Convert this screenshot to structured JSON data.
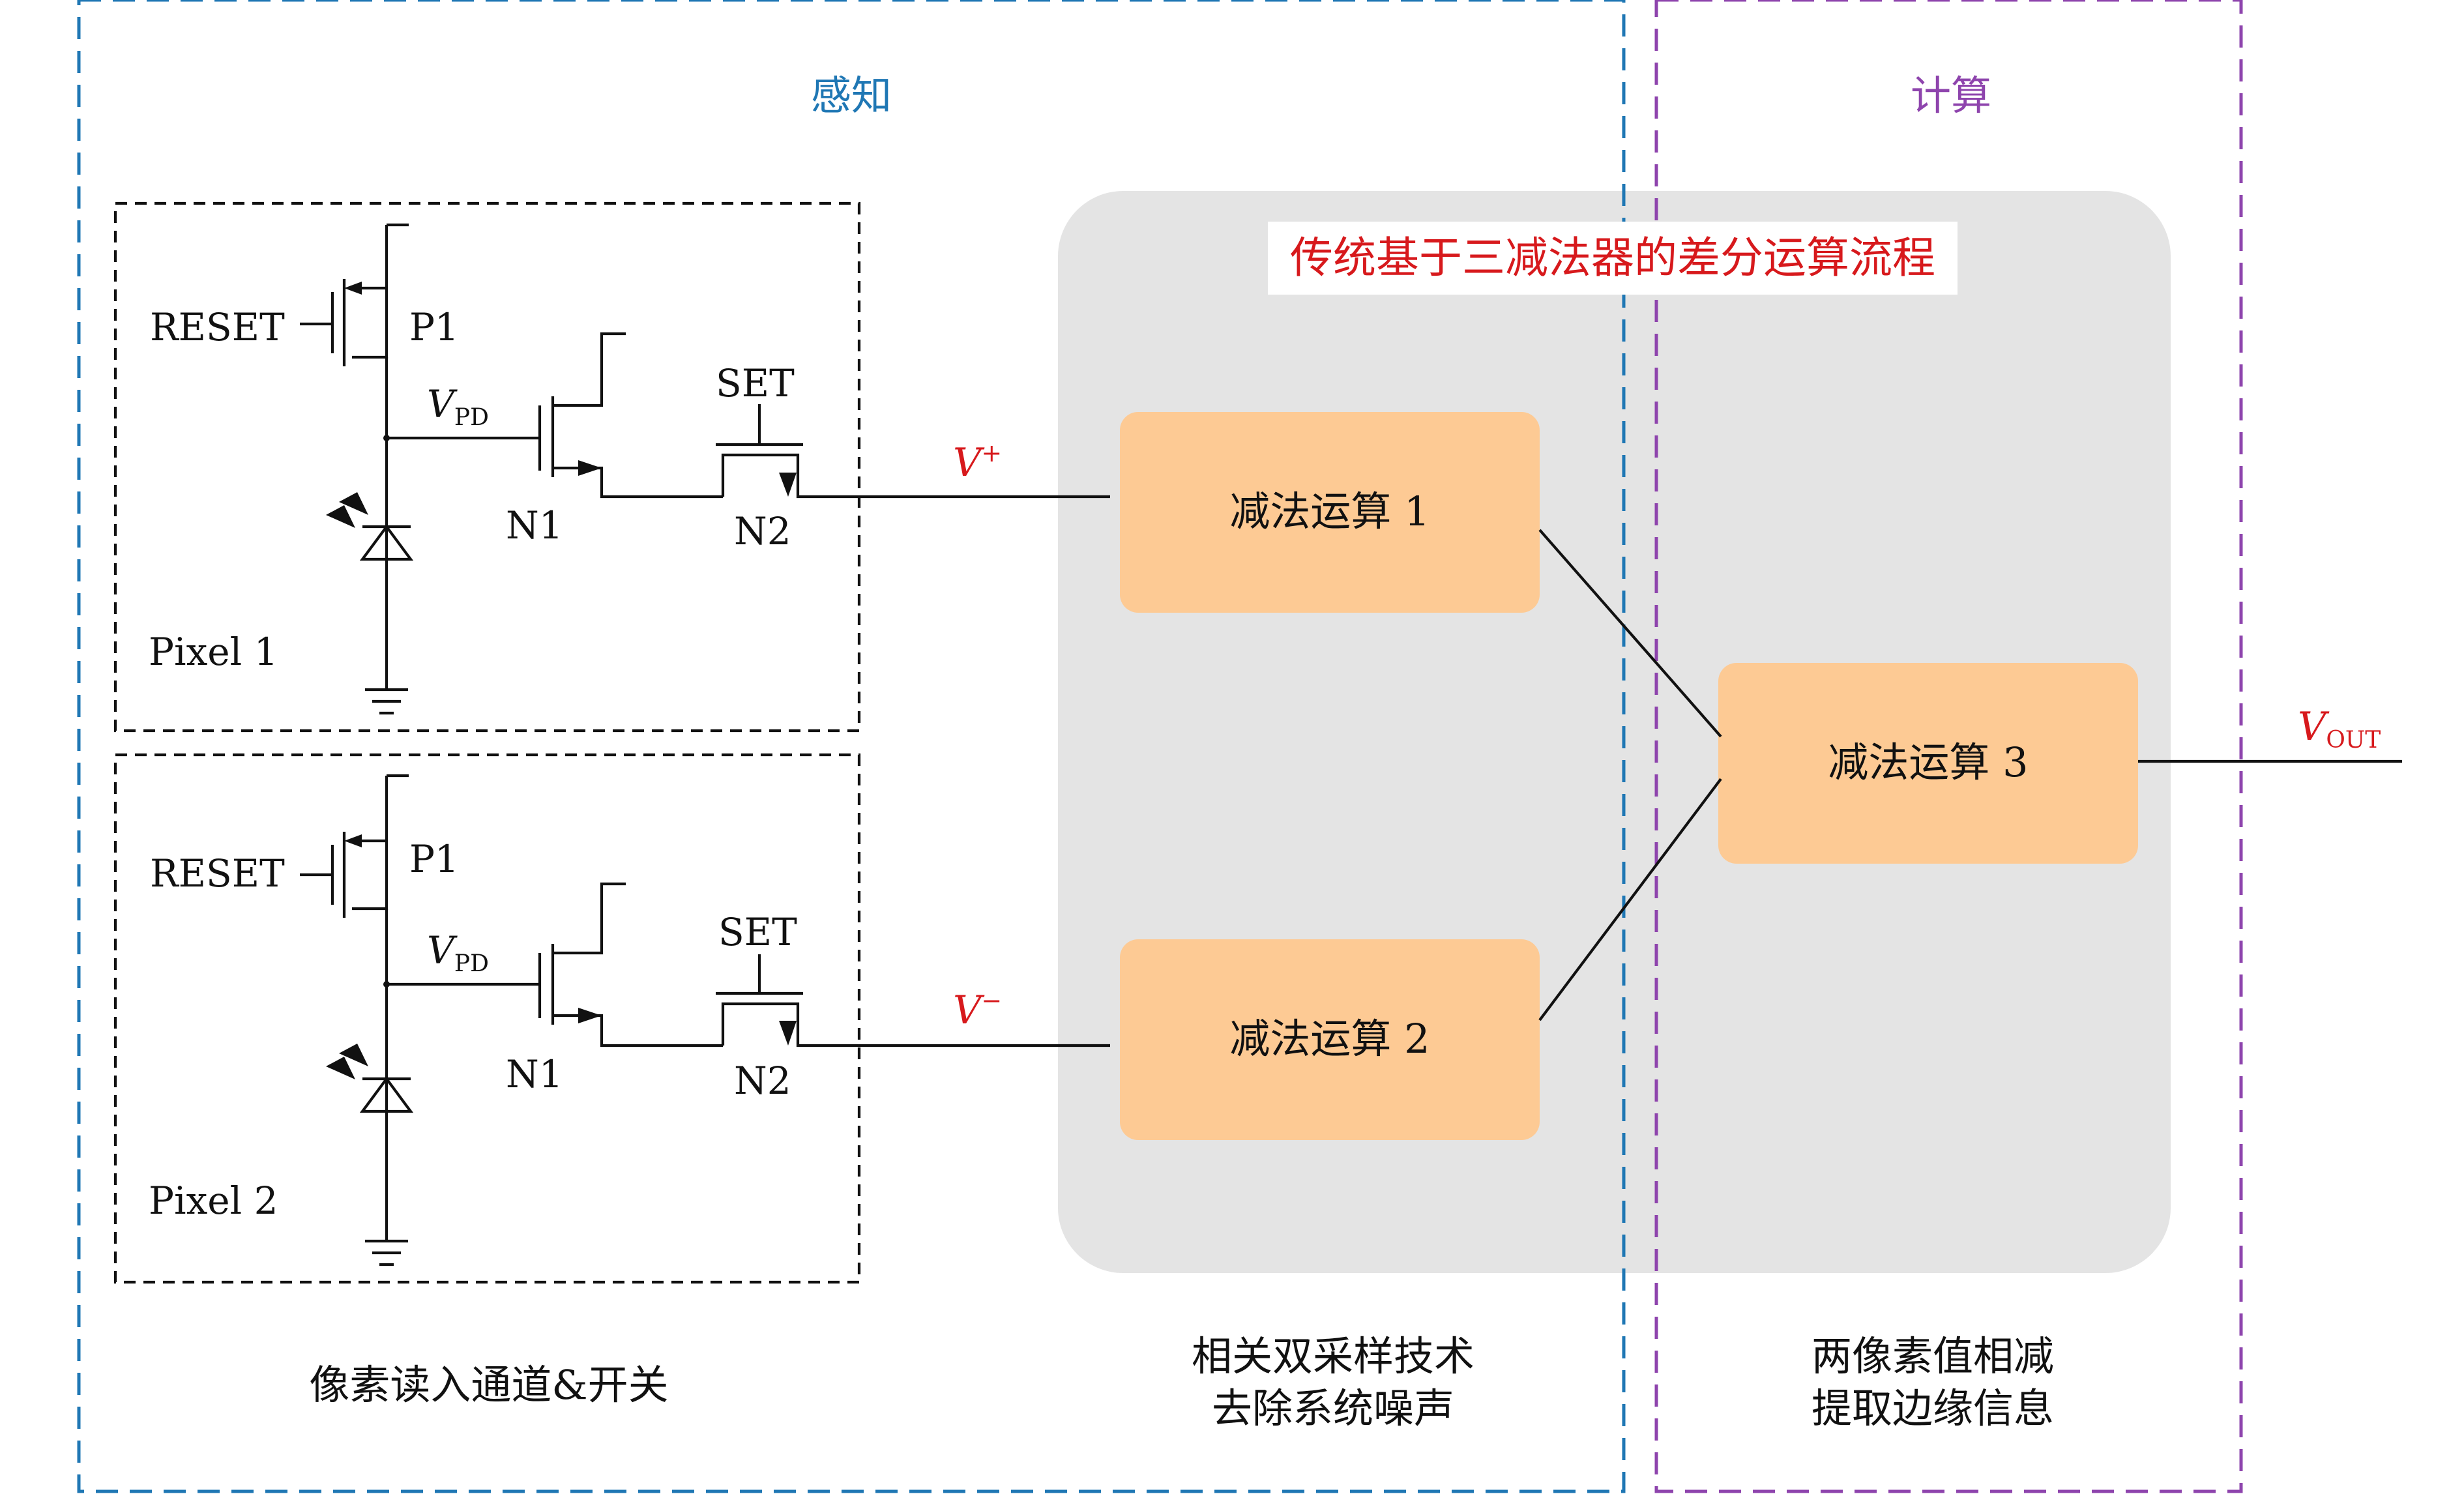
{
  "sections": {
    "sense_title": "感知",
    "compute_title": "计算"
  },
  "panel": {
    "title": "传统基于三减法器的差分运算流程"
  },
  "pixels": [
    {
      "name": "Pixel 1",
      "reset": "RESET",
      "p1": "P1",
      "vpd_main": "V",
      "vpd_sub": "PD",
      "n1": "N1",
      "set": "SET",
      "n2": "N2"
    },
    {
      "name": "Pixel 2",
      "reset": "RESET",
      "p1": "P1",
      "vpd_main": "V",
      "vpd_sub": "PD",
      "n1": "N1",
      "set": "SET",
      "n2": "N2"
    }
  ],
  "signals": {
    "v_plus_main": "V",
    "v_plus_sup": "+",
    "v_minus_main": "V",
    "v_minus_sup": "−",
    "vout_main": "V",
    "vout_sub": "OUT"
  },
  "blocks": {
    "sub1": "减法运算 1",
    "sub2": "减法运算 2",
    "sub3": "减法运算 3"
  },
  "captions": {
    "readout": "像素读入通道&开关",
    "cds_line1": "相关双采样技术",
    "cds_line2": "去除系统噪声",
    "diff_line1": "两像素值相减",
    "diff_line2": "提取边缘信息"
  },
  "colors": {
    "sense_border": "#1f77b4",
    "compute_border": "#8e44ad",
    "panel_fill": "#e4e4e4",
    "block_fill": "#fdca94",
    "accent_red": "#d7191c",
    "ink": "#111111"
  }
}
